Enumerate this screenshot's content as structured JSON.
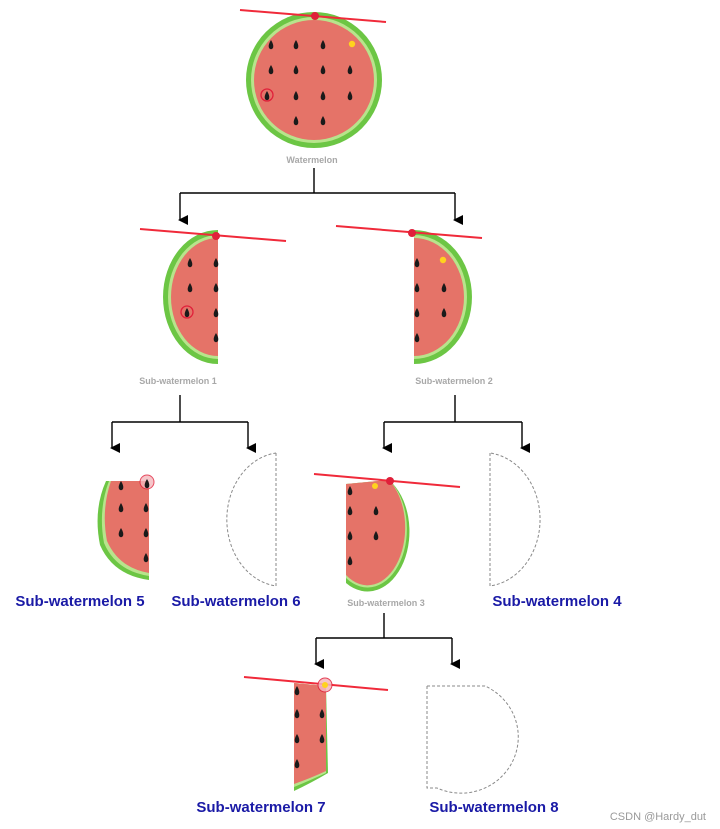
{
  "diagram": {
    "nodes": {
      "root": "Watermelon",
      "sub1": "Sub-watermelon 1",
      "sub2": "Sub-watermelon 2",
      "sub3": "Sub-watermelon 3",
      "sub4": "Sub-watermelon 4",
      "sub5": "Sub-watermelon 5",
      "sub6": "Sub-watermelon 6",
      "sub7": "Sub-watermelon 7",
      "sub8": "Sub-watermelon 8"
    },
    "edges": [
      [
        "root",
        "sub1"
      ],
      [
        "root",
        "sub2"
      ],
      [
        "sub1",
        "sub5"
      ],
      [
        "sub1",
        "sub6"
      ],
      [
        "sub2",
        "sub3"
      ],
      [
        "sub2",
        "sub4"
      ],
      [
        "sub3",
        "sub7"
      ],
      [
        "sub3",
        "sub8"
      ]
    ]
  },
  "watermark": "CSDN @Hardy_dut",
  "colors": {
    "flesh": "#e57368",
    "rind": "#6cc644",
    "rind_light": "#b8e48c",
    "cut_line": "#f02a3a",
    "pivot": "#e0203a",
    "highlight": "#ffd21e",
    "seed": "#1a1a1a",
    "small_label": "#a8a8a8",
    "big_label": "#1a1aa6",
    "arrow": "#000000",
    "placeholder_outline": "#8a8a8a"
  }
}
